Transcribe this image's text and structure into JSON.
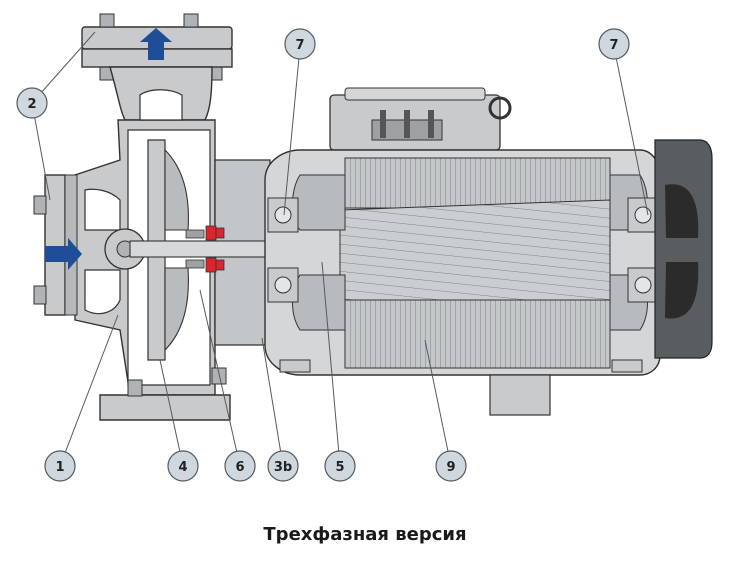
{
  "caption": "Трехфазная версия",
  "callouts": {
    "c1": "1",
    "c2": "2",
    "c4": "4",
    "c5": "5",
    "c6": "6",
    "c3b": "3b",
    "c7a": "7",
    "c7b": "7",
    "c9": "9"
  },
  "colors": {
    "casing": "#c8cacc",
    "casing_dark": "#9ea1a3",
    "motor_body": "#d4d6d8",
    "windings": "#b8bbbd",
    "stator_lines": "#8e9193",
    "arrow": "#1f4e96",
    "seal": "#d9262c",
    "fan": "#2b2b2b",
    "callout_fill": "#cfd8df",
    "callout_stroke": "#555a5e"
  }
}
